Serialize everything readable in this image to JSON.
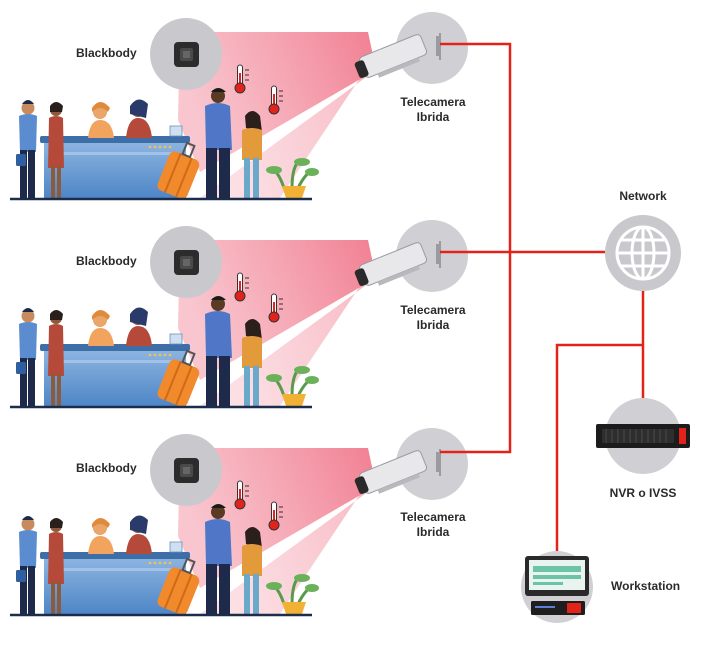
{
  "labels": {
    "blackbody": "Blackbody",
    "camera_line1": "Telecamera",
    "camera_line2": "Ibrida",
    "network": "Network",
    "nvr": "NVR o IVSS",
    "workstation": "Workstation"
  },
  "colors": {
    "link": "#e2231a",
    "cone": "#f0788c",
    "circle": "#d0d0d4",
    "counter": "#5b8fc9",
    "floor": "#1c2c4c"
  },
  "scenes": [
    {
      "id": "scene-1"
    },
    {
      "id": "scene-2"
    },
    {
      "id": "scene-3"
    }
  ]
}
